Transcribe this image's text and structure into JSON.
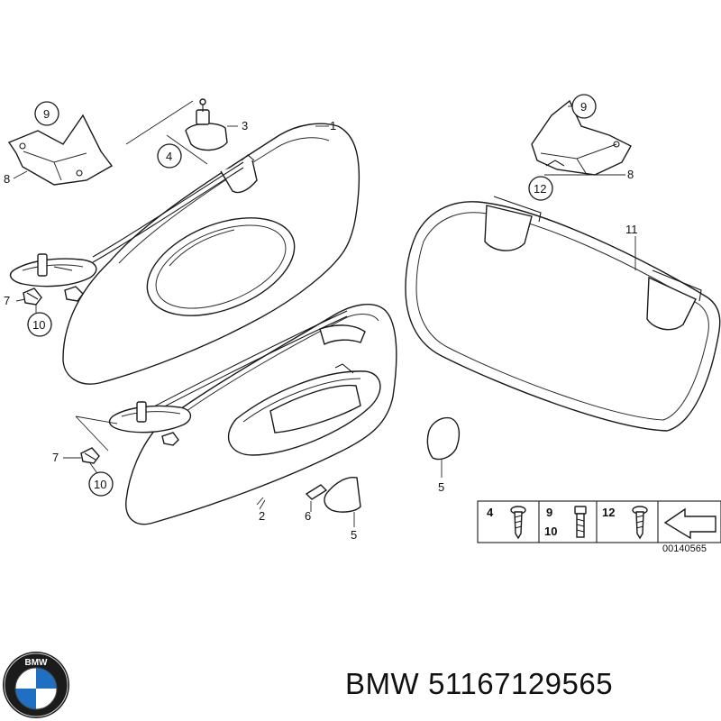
{
  "diagram": {
    "callouts": {
      "c1": "1",
      "c2": "2",
      "c3": "3",
      "c4": "4",
      "c5a": "5",
      "c5b": "5",
      "c6": "6",
      "c7a": "7",
      "c7b": "7",
      "c8a": "8",
      "c8b": "8",
      "c9a": "9",
      "c9b": "9",
      "c10a": "10",
      "c10b": "10",
      "c11": "11",
      "c12": "12"
    },
    "legend": {
      "n4": "4",
      "n9": "9",
      "n10": "10",
      "n12": "12",
      "ref": "00140565"
    }
  },
  "brand": {
    "name": "BMW",
    "part_number": "51167129565",
    "logo_text": "BMW"
  }
}
